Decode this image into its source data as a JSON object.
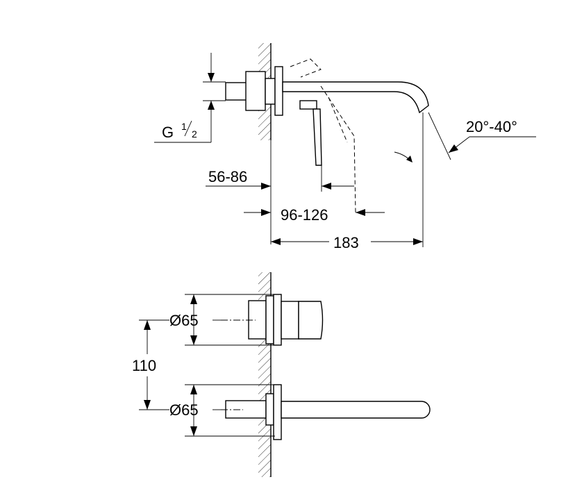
{
  "side_view": {
    "dims": {
      "thread": "G",
      "thread_num": "1",
      "thread_den": "2",
      "wall_depth": "56-86",
      "handle_offset": "96-126",
      "spout_length": "183",
      "swivel_angle": "20°-40°"
    }
  },
  "front_view": {
    "dims": {
      "diameter_upper": "Ø65",
      "diameter_lower": "Ø65",
      "spacing": "110"
    }
  }
}
